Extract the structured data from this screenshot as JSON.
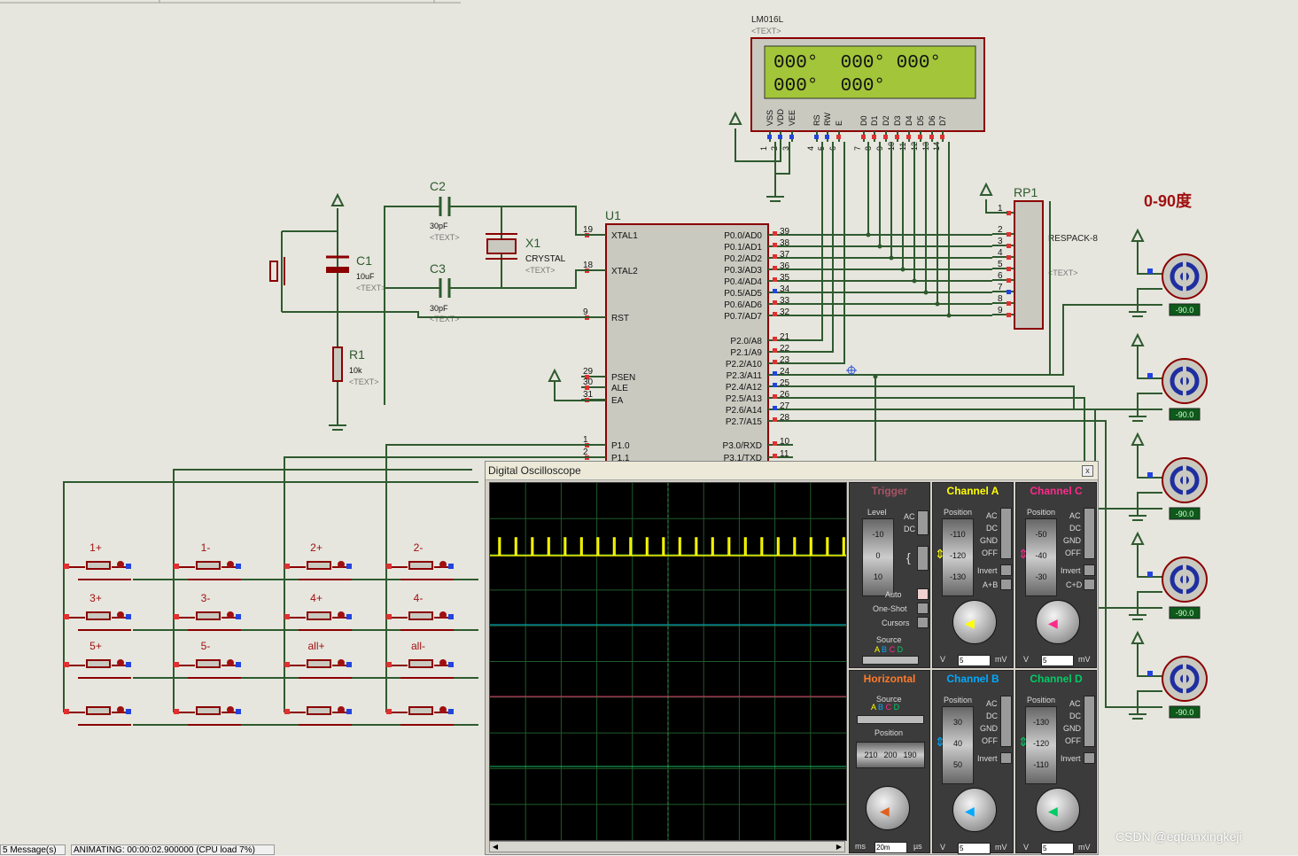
{
  "schematic": {
    "lcd": {
      "ref": "LM016L",
      "text_tag": "<TEXT>",
      "line1": "000°  000° 000°",
      "line2": "000°  000°",
      "pins": [
        "VSS",
        "VDD",
        "VEE",
        "RS",
        "RW",
        "E",
        "D0",
        "D1",
        "D2",
        "D3",
        "D4",
        "D5",
        "D6",
        "D7"
      ],
      "pin_numbers": [
        "1",
        "2",
        "3",
        "4",
        "5",
        "6",
        "7",
        "8",
        "9",
        "10",
        "11",
        "12",
        "13",
        "14"
      ]
    },
    "rp1": {
      "ref": "RP1",
      "part": "RESPACK-8",
      "text_tag": "<TEXT>",
      "pins": [
        "1",
        "2",
        "3",
        "4",
        "5",
        "6",
        "7",
        "8",
        "9"
      ]
    },
    "mcu": {
      "ref": "U1",
      "left_pins": [
        [
          "19",
          "XTAL1"
        ],
        [
          "18",
          "XTAL2"
        ],
        [
          "9",
          "RST"
        ],
        [
          "29",
          "PSEN"
        ],
        [
          "30",
          "ALE"
        ],
        [
          "31",
          "EA"
        ],
        [
          "1",
          "P1.0"
        ],
        [
          "2",
          "P1.1"
        ]
      ],
      "right_pins": [
        [
          "39",
          "P0.0/AD0"
        ],
        [
          "38",
          "P0.1/AD1"
        ],
        [
          "37",
          "P0.2/AD2"
        ],
        [
          "36",
          "P0.3/AD3"
        ],
        [
          "35",
          "P0.4/AD4"
        ],
        [
          "34",
          "P0.5/AD5"
        ],
        [
          "33",
          "P0.6/AD6"
        ],
        [
          "32",
          "P0.7/AD7"
        ],
        [
          "21",
          "P2.0/A8"
        ],
        [
          "22",
          "P2.1/A9"
        ],
        [
          "23",
          "P2.2/A10"
        ],
        [
          "24",
          "P2.3/A11"
        ],
        [
          "25",
          "P2.4/A12"
        ],
        [
          "26",
          "P2.5/A13"
        ],
        [
          "27",
          "P2.6/A14"
        ],
        [
          "28",
          "P2.7/A15"
        ],
        [
          "10",
          "P3.0/RXD"
        ],
        [
          "11",
          "P3.1/TXD"
        ]
      ]
    },
    "c1": {
      "ref": "C1",
      "value": "10uF",
      "text_tag": "<TEXT>"
    },
    "c2": {
      "ref": "C2",
      "value": "30pF",
      "text_tag": "<TEXT>"
    },
    "c3": {
      "ref": "C3",
      "value": "30pF",
      "text_tag": "<TEXT>"
    },
    "x1": {
      "ref": "X1",
      "part": "CRYSTAL",
      "text_tag": "<TEXT>"
    },
    "r1": {
      "ref": "R1",
      "value": "10k",
      "text_tag": "<TEXT>"
    },
    "angle_label": "0-90度",
    "servo_readout": "-90.0",
    "servo_count": 5,
    "buttons": [
      "1+",
      "1-",
      "2+",
      "2-",
      "3+",
      "3-",
      "4+",
      "4-",
      "5+",
      "5-",
      "all+",
      "all-"
    ]
  },
  "oscilloscope": {
    "title": "Digital Oscilloscope",
    "close_glyph": "x",
    "trigger": {
      "title": "Trigger",
      "level_label": "Level",
      "level_ticks": [
        "-10",
        "0",
        "10"
      ],
      "coupling": [
        "AC",
        "DC"
      ],
      "auto_label": "Auto",
      "one_shot_label": "One-Shot",
      "cursors_label": "Cursors",
      "source_label": "Source",
      "source_letters": [
        "A",
        "B",
        "C",
        "D"
      ]
    },
    "horizontal": {
      "title": "Horizontal",
      "source_label": "Source",
      "source_letters": [
        "A",
        "B",
        "C",
        "D"
      ],
      "position_label": "Position",
      "position_ticks": [
        "210",
        "200",
        "190"
      ],
      "time_input": "20m",
      "unit_left": "ms",
      "unit_right": "µs"
    },
    "channels": [
      {
        "id": "A",
        "title": "Channel A",
        "color": "#ffff00",
        "position_label": "Position",
        "ticks": [
          "-110",
          "-120",
          "-130"
        ],
        "coupling": [
          "AC",
          "DC",
          "GND",
          "OFF"
        ],
        "invert": "Invert",
        "combo": "A+B",
        "volts": "5",
        "unit_left": "V",
        "unit_right": "mV"
      },
      {
        "id": "B",
        "title": "Channel B",
        "color": "#00aaff",
        "position_label": "Position",
        "ticks": [
          "30",
          "40",
          "50"
        ],
        "coupling": [
          "AC",
          "DC",
          "GND",
          "OFF"
        ],
        "invert": "Invert",
        "combo": "",
        "volts": "5",
        "unit_left": "V",
        "unit_right": "mV"
      },
      {
        "id": "C",
        "title": "Channel C",
        "color": "#ff2a8a",
        "position_label": "Position",
        "ticks": [
          "-50",
          "-40",
          "-30"
        ],
        "coupling": [
          "AC",
          "DC",
          "GND",
          "OFF"
        ],
        "invert": "Invert",
        "combo": "C+D",
        "volts": "5",
        "unit_left": "V",
        "unit_right": "mV"
      },
      {
        "id": "D",
        "title": "Channel D",
        "color": "#00cc66",
        "position_label": "Position",
        "ticks": [
          "-130",
          "-120",
          "-110"
        ],
        "coupling": [
          "AC",
          "DC",
          "GND",
          "OFF"
        ],
        "invert": "Invert",
        "combo": "",
        "volts": "5",
        "unit_left": "V",
        "unit_right": "mV"
      }
    ],
    "trace_colors": {
      "A": "#ffff00",
      "B": "#00bcd4",
      "C": "#e0306a",
      "D": "#18c060",
      "grid": "#1f5a2a"
    }
  },
  "status": {
    "messages": "5 Message(s)",
    "animating": "ANIMATING: 00:00:02.900000 (CPU load 7%)"
  },
  "watermark": "CSDN @eqtianxingkeji"
}
